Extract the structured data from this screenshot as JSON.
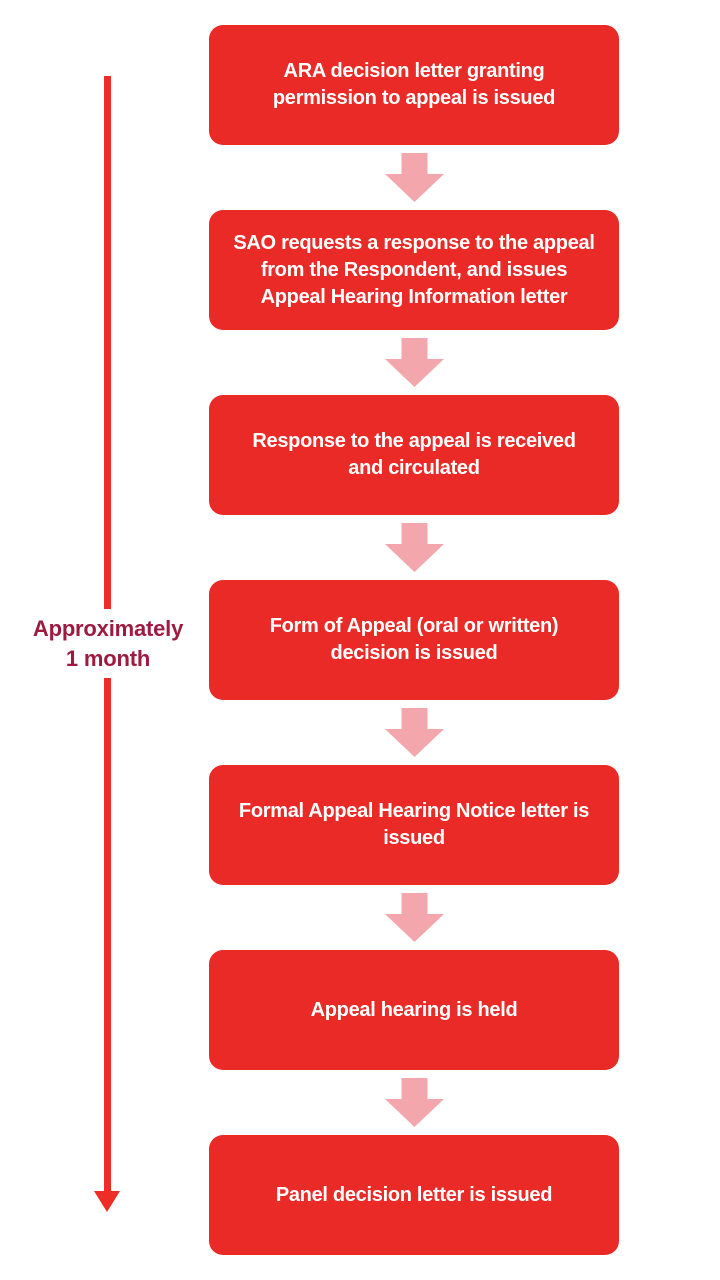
{
  "timeline": {
    "duration_label": "Approximately\n1 month"
  },
  "flow": {
    "steps": [
      {
        "label": "ARA decision letter granting\npermission to appeal is issued"
      },
      {
        "label": "SAO requests a response to the appeal\nfrom the Respondent, and issues\nAppeal Hearing Information letter"
      },
      {
        "label": "Response to the appeal is received\nand circulated"
      },
      {
        "label": "Form of Appeal (oral or written)\ndecision is issued"
      },
      {
        "label": "Formal Appeal Hearing Notice letter is\nissued"
      },
      {
        "label": "Appeal hearing is held"
      },
      {
        "label": "Panel decision letter is issued"
      }
    ]
  },
  "colors": {
    "box_red": "#E92A27",
    "timeline_red": "#ED2D26",
    "connector_arrow_pink": "#F3A7AC",
    "duration_label_maroon": "#9D1B41",
    "box_text": "#FFFFFF",
    "background": "#FFFFFF"
  }
}
